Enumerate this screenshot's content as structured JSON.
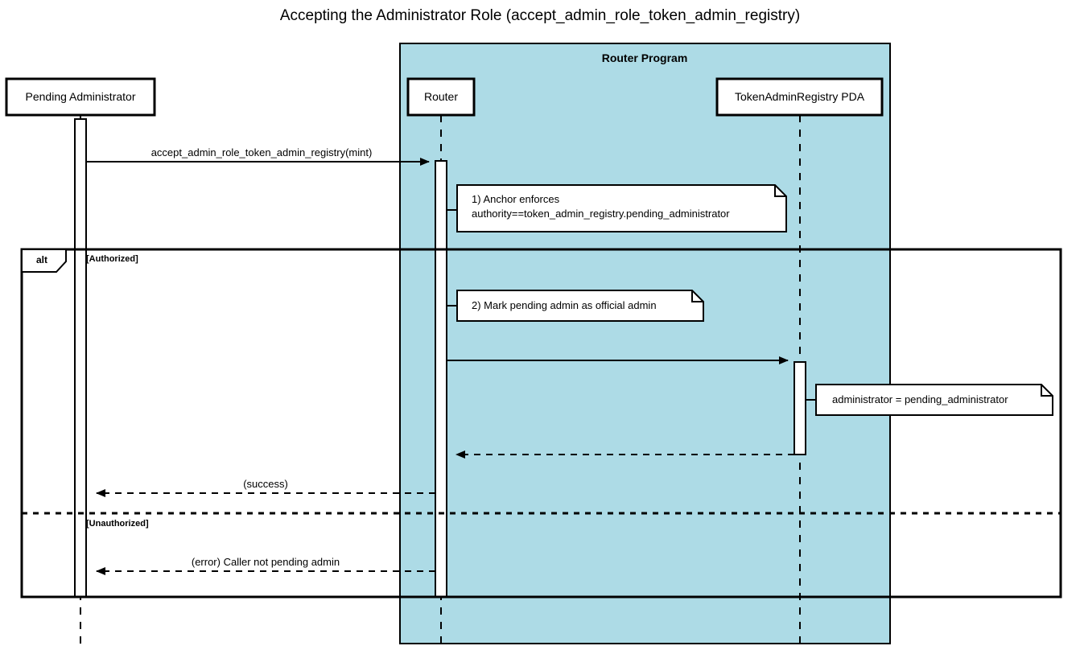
{
  "diagram": {
    "type": "uml-sequence-diagram",
    "title": "Accepting the Administrator Role (accept_admin_role_token_admin_registry)",
    "colors": {
      "group_fill": "#addbe6",
      "stroke": "#000000",
      "lifeline_fill": "#ffffff",
      "background": "#ffffff"
    }
  },
  "group": {
    "label": "Router Program"
  },
  "participants": [
    {
      "id": "pending_admin",
      "label": "Pending Administrator"
    },
    {
      "id": "router",
      "label": "Router"
    },
    {
      "id": "registry_pda",
      "label": "TokenAdminRegistry PDA"
    }
  ],
  "messages": [
    {
      "id": "m1",
      "label": "accept_admin_role_token_admin_registry(mint)",
      "from": "pending_admin",
      "to": "router",
      "style": "solid",
      "arrow": "filled"
    },
    {
      "id": "m2",
      "label": "",
      "from": "router",
      "to": "registry_pda",
      "style": "solid",
      "arrow": "filled"
    },
    {
      "id": "m3",
      "label": "",
      "from": "registry_pda",
      "to": "router",
      "style": "dashed",
      "arrow": "filled"
    },
    {
      "id": "m4",
      "label": "(success)",
      "from": "router",
      "to": "pending_admin",
      "style": "dashed",
      "arrow": "filled"
    },
    {
      "id": "m5",
      "label": "(error) Caller not pending admin",
      "from": "router",
      "to": "pending_admin",
      "style": "dashed",
      "arrow": "filled"
    }
  ],
  "notes": [
    {
      "id": "note1",
      "line1": "1) Anchor enforces",
      "line2": "authority==token_admin_registry.pending_administrator",
      "attached_to": "router"
    },
    {
      "id": "note2",
      "line1": "2) Mark pending admin as official admin",
      "line2": "",
      "attached_to": "router"
    },
    {
      "id": "note3",
      "line1": "administrator = pending_administrator",
      "line2": "",
      "attached_to": "registry_pda"
    }
  ],
  "fragment": {
    "operator": "alt",
    "sections": [
      {
        "guard": "[Authorized]"
      },
      {
        "guard": "[Unauthorized]"
      }
    ]
  }
}
